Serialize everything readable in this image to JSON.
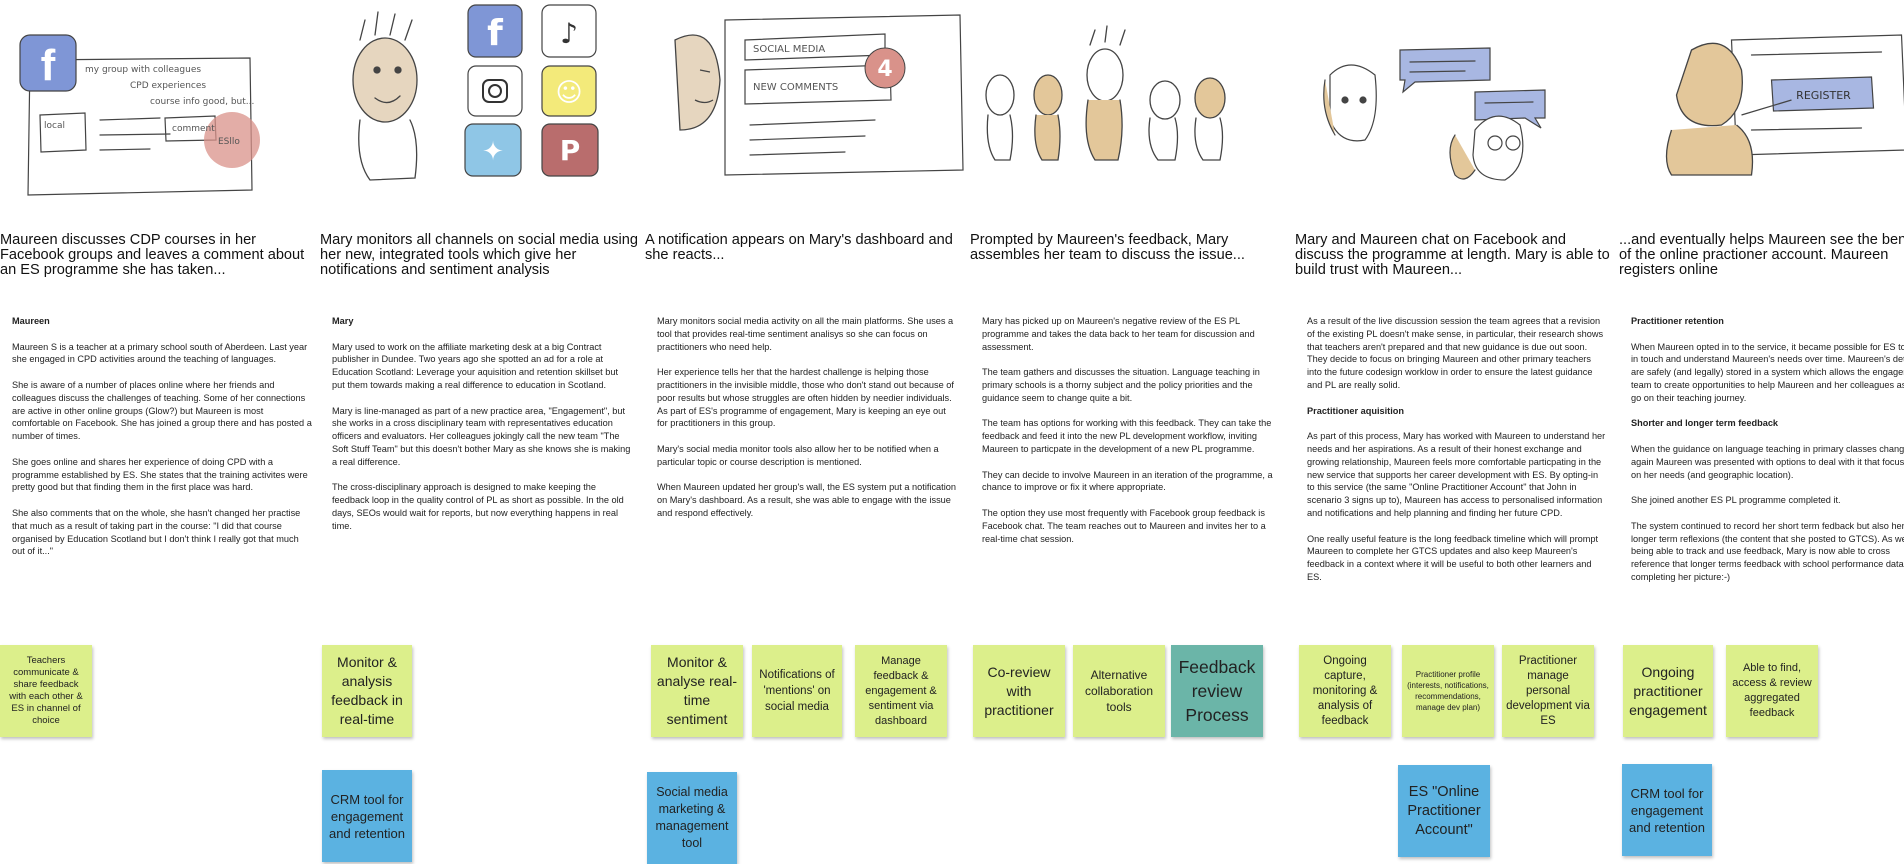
{
  "colors": {
    "green_note": "#dcef8b",
    "blue_note": "#5bb2e1",
    "teal_note": "#6bb5a8",
    "sketch_blue": "#7f96d6",
    "sketch_tan": "#d9b77c",
    "sketch_pink": "#d9928a"
  },
  "columns": [
    {
      "id": "maureen-discusses",
      "caption": "Maureen discusses CDP courses in her Facebook groups and leaves a comment about an ES programme she has taken...",
      "paragraphs": [
        {
          "text": "Maureen",
          "bold": true
        },
        {
          "text": "Maureen S is a teacher at a primary school south of Aberdeen. Last year she engaged in CPD activities around the teaching of languages."
        },
        {
          "text": "She is aware of a number of places online where her friends and colleagues discuss the challenges of teaching. Some of her connections are active in other online groups (Glow?) but Maureen is most comfortable on Facebook. She has joined a group there and has posted a number of times."
        },
        {
          "text": "She goes online and shares her experience of doing CPD with a programme established by ES. She states that the training activites were pretty good but that finding them in the first place was hard."
        },
        {
          "text": "She also comments that on the whole, she hasn't changed her practise that much as a result of taking part in the course: \"I did that course organised by Education Scotland but I don't think I really got that much out of it...\""
        }
      ],
      "notes": [
        {
          "text": "Teachers communicate & share feedback with each other & ES in channel of choice",
          "color": "green"
        }
      ],
      "sketch": {
        "labels": [
          "my group with colleagues",
          "CPD experiences",
          "course info good, but...",
          "local",
          "comment",
          "ESllo"
        ]
      }
    },
    {
      "id": "mary-monitors",
      "caption": "Mary monitors all channels on social media using her new, integrated tools which give her notifications and sentiment analysis",
      "paragraphs": [
        {
          "text": "Mary",
          "bold": true
        },
        {
          "text": "Mary used to work on the affiliate marketing desk at a big Contract publisher in Dundee. Two years ago she spotted an ad for a role at Education Scotland: Leverage your aquisition and retention skillset but put them towards making a real difference to education in Scotland."
        },
        {
          "text": "Mary is line-managed as part of a new practice area, \"Engagement\", but she works in a cross disciplinary team with representatives education officers and evaluators. Her colleagues jokingly call the new team \"The Soft Stuff Team\" but this doesn't bother Mary as she knows she is making a real difference."
        },
        {
          "text": "The cross-disciplinary approach is designed to make keeping the feedback loop in the quality control of PL as short as possible. In the old days, SEOs would wait for reports, but now everything happens in real time."
        }
      ],
      "notes": [
        {
          "text": "Monitor  & analysis feedback in real-time",
          "color": "green"
        },
        {
          "text": "CRM tool for engagement and retention",
          "color": "blue"
        }
      ],
      "sketch": {
        "labels": []
      }
    },
    {
      "id": "notification-appears",
      "caption": "A notification appears on Mary's dashboard and she reacts...",
      "paragraphs": [
        {
          "text": "Mary monitors social media activity on all the main platforms. She uses a tool that provides real-time sentiment analisys so she can focus on practitioners who need help."
        },
        {
          "text": "Her experience tells her that the hardest challenge is helping those practitioners in the invisible middle, those who don't stand out because of poor results but whose struggles are often hidden by needier individuals. As part of ES's programme of engagement, Mary is keeping an eye out for practitioners in this group."
        },
        {
          "text": "Mary's social media monitor tools also allow her to be notified when a particular topic or course description is mentioned."
        },
        {
          "text": "When Maureen updated her group's wall, the ES system put a notification on Mary's dashboard. As a result, she was able to engage with the issue and respond effectively."
        }
      ],
      "notes": [
        {
          "text": "Monitor & analyse real-time sentiment",
          "color": "green"
        },
        {
          "text": "Notifications of 'mentions' on social media",
          "color": "green"
        },
        {
          "text": "Manage feedback & engagement & sentiment via dashboard",
          "color": "green"
        },
        {
          "text": "Social media marketing & management tool",
          "color": "blue"
        }
      ],
      "sketch": {
        "labels": [
          "SOCIAL MEDIA",
          "NEW COMMENTS",
          "4"
        ]
      }
    },
    {
      "id": "prompted-by-feedback",
      "caption": "Prompted by Maureen's feedback, Mary assembles her team to discuss the issue...",
      "paragraphs": [
        {
          "text": "Mary has picked up on Maureen's negative review of the ES PL programme and takes the data back to her team for discussion and assessment."
        },
        {
          "text": "The team gathers and discusses the situation. Language teaching in primary schools is a thorny subject and the policy priorities and the guidance seem to change quite a bit."
        },
        {
          "text": "The team has options for working with this feedback. They can take the feedback and feed it into the new PL development workflow, inviting Maureen to particpate in the development of a new PL programme."
        },
        {
          "text": "They can decide to involve Maureen in an iteration of the programme, a chance to improve or fix it where appropriate."
        },
        {
          "text": "The option they use most frequently with Facebook group feedback is Facebook chat. The team reaches out to Maureen and invites her to a real-time chat session."
        }
      ],
      "notes": [
        {
          "text": "Co-review with practitioner",
          "color": "green"
        },
        {
          "text": "Alternative collaboration tools",
          "color": "green"
        },
        {
          "text": "Feedback review Process",
          "color": "teal"
        }
      ],
      "sketch": {
        "labels": []
      }
    },
    {
      "id": "chat-on-facebook",
      "caption": "Mary and Maureen chat on Facebook and discuss the programme at length. Mary is able to build trust with Maureen...",
      "paragraphs": [
        {
          "text": "As a result of the live discussion session the team agrees that a revision of the existing PL doesn't make sense, in particular, their research shows that teachers aren't prepared and that new guidance is due out soon. They decide to focus on bringing Maureen and other primary teachers into the future codesign worklow in order to ensure the latest guidance and PL are really solid."
        },
        {
          "text": "Practitioner aquisition",
          "bold": true
        },
        {
          "text": "As part of this process, Mary has worked with Maureen to understand her needs and her aspirations. As a result of their honest exchange and growing relationship, Maureen feels more comfortable particpating in the new service that supports her career development with ES. By opting-in to this service (the same \"Online Practitioner Account\" that John in scenario 3 signs up to), Maureen has access to personalised information and notifications and help planning and finding her future CPD."
        },
        {
          "text": "One really useful feature is the long feedback timeline which will prompt Maureen to complete her GTCS updates and also keep Maureen's feedback in a context where it will be useful to both other learners and ES."
        }
      ],
      "notes": [
        {
          "text": "Ongoing capture, monitoring & analysis of feedback",
          "color": "green"
        },
        {
          "text": "Practitioner profile (interests, notifications, recommendations, manage dev plan)",
          "color": "green"
        },
        {
          "text": "Practitioner manage personal development via ES",
          "color": "green"
        },
        {
          "text": "ES \"Online Practitioner Account\"",
          "color": "blue"
        }
      ],
      "sketch": {
        "labels": []
      }
    },
    {
      "id": "eventually-helps",
      "caption": "...and eventually helps Maureen see the benefits of the online practioner account. Maureen registers online",
      "paragraphs": [
        {
          "text": "Practitioner retention",
          "bold": true
        },
        {
          "text": "When Maureen opted in to the service, it became possible for ES to keep in touch and understand Maureen's needs over time. Maureen's details are safely (and legally) stored in a system which allows the engagement team to create opportunities to help Maureen and her colleagues as they go on their teaching journey."
        },
        {
          "text": "Shorter and longer term feedback",
          "bold": true
        },
        {
          "text": "When the guidance on language teaching in primary classes changed again Maureen was presented with options to deal with it that focussed on her needs (and geographic location)."
        },
        {
          "text": "She joined another ES PL programme completed it."
        },
        {
          "text": "The system continued to record her short term fedback but also her longer term reflexions (the content that she posted to GTCS). As well as being able to track and use feedback, Mary is now able to cross reference that longer terms feedback with school performance data, completing her picture:-)"
        }
      ],
      "notes": [
        {
          "text": "Ongoing practitioner engagement",
          "color": "green"
        },
        {
          "text": "Able to find, access & review aggregated feedback",
          "color": "green"
        },
        {
          "text": "CRM tool for engagement and retention",
          "color": "blue"
        }
      ],
      "sketch": {
        "labels": [
          "REGISTER"
        ]
      }
    }
  ]
}
